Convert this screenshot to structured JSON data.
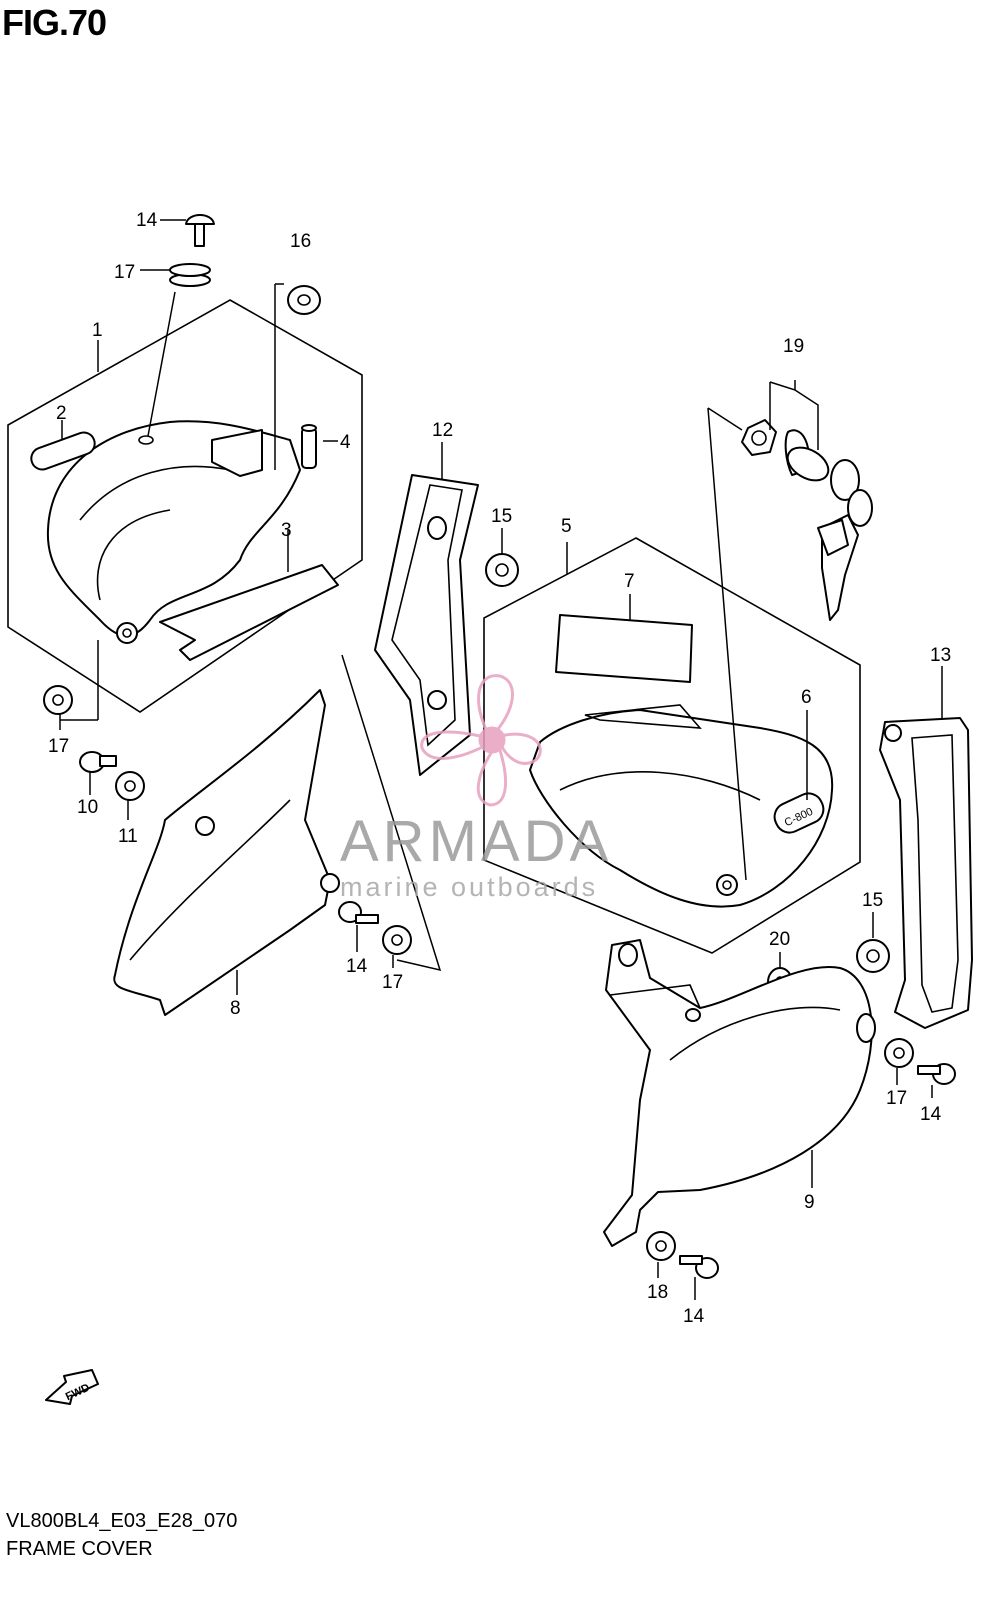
{
  "figure": {
    "title": "FIG.70",
    "code": "VL800BL4_E03_E28_070",
    "name": "FRAME COVER"
  },
  "watermark": {
    "name": "ARMADA",
    "tagline": "marine outboards",
    "logo_color": "#e8a0c0"
  },
  "direction_arrow": "FWD",
  "labels": {
    "n1": "1",
    "n2": "2",
    "n3": "3",
    "n4": "4",
    "n5": "5",
    "n6": "6",
    "n7": "7",
    "n8": "8",
    "n9": "9",
    "n10": "10",
    "n11": "11",
    "n12": "12",
    "n13": "13",
    "n14": "14",
    "n15": "15",
    "n16": "16",
    "n17": "17",
    "n18": "18",
    "n19": "19",
    "n20": "20"
  },
  "emblem_text": "C-800"
}
